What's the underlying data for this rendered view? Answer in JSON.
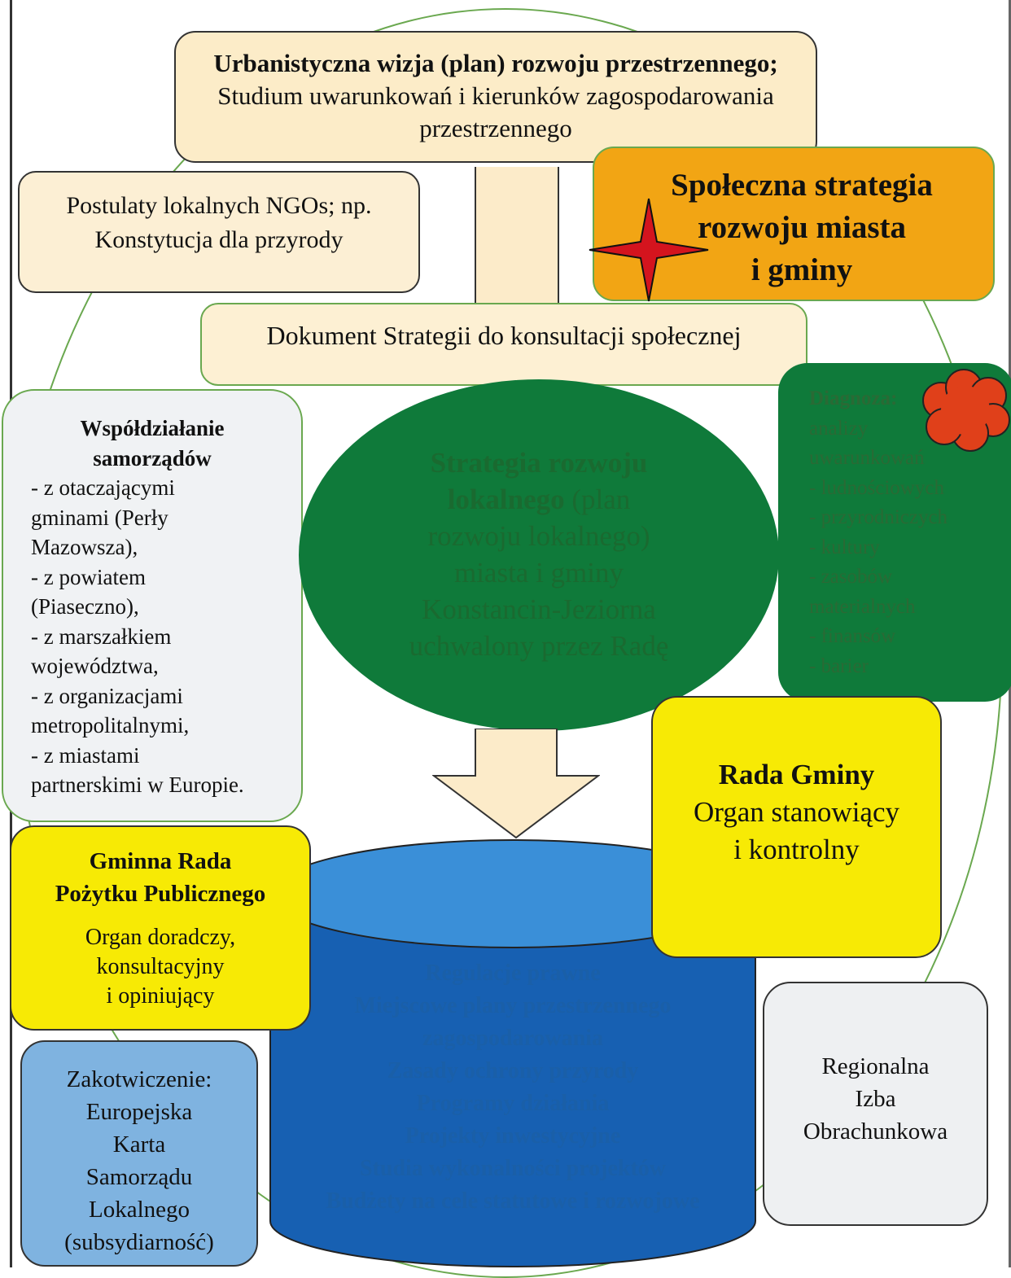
{
  "vision": {
    "title": "Urbanistyczna wizja (plan) rozwoju przestrzennego;",
    "line2": "Studium uwarunkowań i kierunków zagospodarowania",
    "line3": "przestrzennego"
  },
  "ngo": {
    "line1": "Postulaty lokalnych NGOs; np.",
    "line2": "Konstytucja dla przyrody"
  },
  "social_strategy": {
    "line1": "Społeczna strategia",
    "line2": "rozwoju miasta",
    "line3": "i gminy"
  },
  "document": {
    "text": "Dokument Strategii do konsultacji społecznej"
  },
  "cooperation": {
    "title1": "Współdziałanie",
    "title2": "samorządów",
    "lines": [
      "- z otaczającymi",
      "gminami (Perły",
      "Mazowsza),",
      "- z powiatem",
      "(Piaseczno),",
      "- z marszałkiem",
      "województwa,",
      "- z organizacjami",
      "metropolitalnymi,",
      "- z miastami",
      "partnerskimi w Europie."
    ]
  },
  "strategy": {
    "bold1": "Strategia rozwoju",
    "bold2": "lokalnego",
    "normal2": " (plan",
    "line3": "rozwoju lokalnego)",
    "line4": "miasta i gminy",
    "line5": "Konstancin-Jeziorna",
    "line6": "uchwalony przez Radę"
  },
  "diagnosis": {
    "title": "Diagnoza:",
    "lines": [
      "analizy",
      "uwarunkowań",
      "- ludnościowych",
      "- przyrodniczych",
      "- kultury",
      "- zasobów",
      "materialnych",
      "- finansów",
      "- barier"
    ]
  },
  "regulations": {
    "lines": [
      "Regulacje prawne",
      "Miejscowe plany przestrzennego",
      "zagospodarowania",
      "Zasady ochrony przyrody",
      "Programy działania",
      "Projekty inwestycyjne",
      "Studia wykonalności projektów",
      "Budżety na cele statutowe i rozwojowe"
    ]
  },
  "council": {
    "title": "Rada Gminy",
    "line2": "Organ stanowiący",
    "line3": "i kontrolny"
  },
  "public_benefit": {
    "title1": "Gminna Rada",
    "title2": "Pożytku Publicznego",
    "line1": "Organ doradczy,",
    "line2": "konsultacyjny",
    "line3": "i opiniujący"
  },
  "anchoring": {
    "lines": [
      "Zakotwiczenie:",
      "Europejska",
      "Karta",
      "Samorządu",
      "Lokalnego",
      "(subsydiarność)"
    ]
  },
  "rio": {
    "lines": [
      "Regionalna",
      "Izba",
      "Obrachunkowa"
    ]
  },
  "colors": {
    "cream": "#fcecc8",
    "orange": "#f2a514",
    "dark_green": "#0f7a3a",
    "yellow": "#f7ea05",
    "blue": "#1a5fa8",
    "light_blue": "#7fb3e0",
    "star_red": "#d4141e",
    "cloud_red": "#e0401a"
  }
}
